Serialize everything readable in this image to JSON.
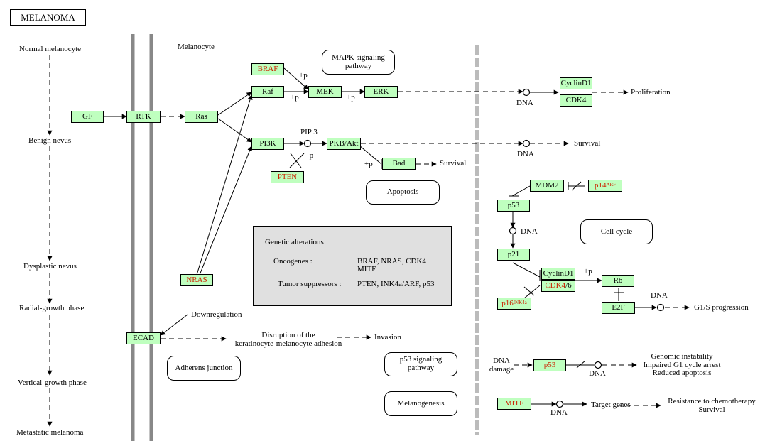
{
  "title": "MELANOMA",
  "stages": [
    "Normal melanocyte",
    "Benign nevus",
    "Dysplastic nevus",
    "Radial-growth phase",
    "Vertical-growth phase",
    "Metastatic melanoma"
  ],
  "melanocyte_label": "Melanocyte",
  "genes": {
    "braf": "BRAF",
    "raf": "Raf",
    "mek": "MEK",
    "erk": "ERK",
    "gf": "GF",
    "rtk": "RTK",
    "ras": "Ras",
    "pi3k": "PI3K",
    "pkb": "PKB/Akt",
    "pten": "PTEN",
    "bad": "Bad",
    "nras": "NRAS",
    "ecad": "ECAD",
    "cyclind1_top": "CyclinD1",
    "cdk4_top": "CDK4",
    "mdm2": "MDM2",
    "p14": "p14",
    "p14_sup": "ARF",
    "p53_mid": "p53",
    "p21": "p21",
    "cyclind1_mid": "CyclinD1",
    "cdk4_mid": "CDK4",
    "cdk4_suffix": "/6",
    "p16": "p16",
    "p16_sup": "INK4a",
    "rb": "Rb",
    "e2f": "E2F",
    "p53_low": "p53",
    "mitf": "MITF"
  },
  "pathways": {
    "mapk": "MAPK signaling\npathway",
    "apoptosis": "Apoptosis",
    "cell_cycle": "Cell cycle",
    "adherens": "Adherens junction",
    "p53": "p53 signaling\npathway",
    "melanogenesis": "Melanogenesis"
  },
  "genetic_alterations": {
    "heading": "Genetic alterations",
    "oncogenes_label": "Oncogenes :",
    "oncogenes_line1": "BRAF, NRAS, CDK4",
    "oncogenes_line2": "MITF",
    "suppressors_label": "Tumor suppressors :",
    "suppressors": "PTEN, INK4a/ARF, p53"
  },
  "labels": {
    "plus_p": "+p",
    "minus_p": "-p",
    "pip3": "PIP 3",
    "dna": "DNA",
    "proliferation": "Proliferation",
    "survival": "Survival",
    "downregulation": "Downregulation",
    "disruption": "Disruption of the\nkeratinocyte-melanocyte adhesion",
    "invasion": "Invasion",
    "dna_damage": "DNA\ndamage",
    "genomic": "Genomic instability\nImpaired G1 cycle arrest\nReduced apoptosis",
    "g1s": "G1/S progression",
    "target_genes": "Target genes",
    "resistance": "Resistance to chemotherapy\nSurvival"
  },
  "colors": {
    "gene_fill": "#bfffbf",
    "mutated_text": "#cc2200",
    "membrane": "#888888",
    "alteration_fill": "#e0e0e0"
  }
}
